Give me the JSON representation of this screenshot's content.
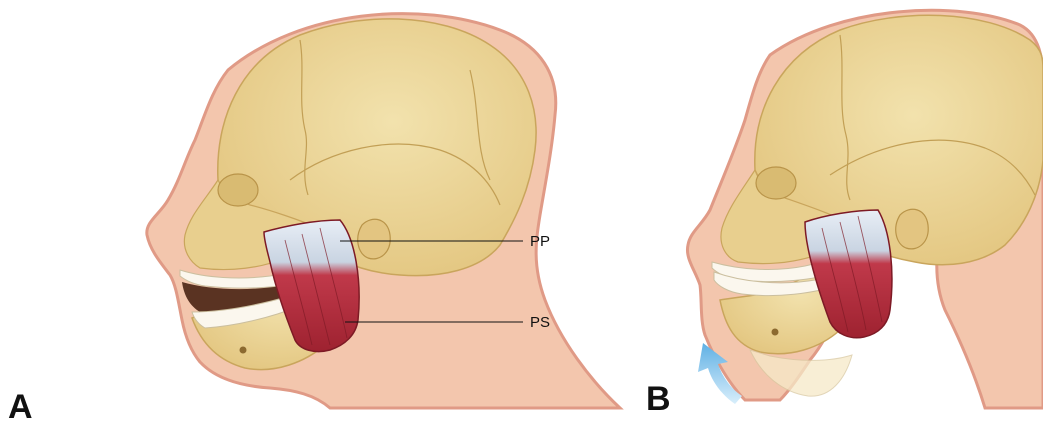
{
  "panels": [
    {
      "id": "A",
      "label": "A",
      "state": "mouth-open",
      "callouts": [
        {
          "id": "pp",
          "text": "PP"
        },
        {
          "id": "ps",
          "text": "PS"
        }
      ]
    },
    {
      "id": "B",
      "label": "B",
      "state": "mouth-closed",
      "arrow_direction": "upward"
    }
  ],
  "colors": {
    "bone": "#ecd699",
    "bone_shadow": "#d6b86b",
    "skin": "#f3c6ad",
    "skin_edge": "#e09a86",
    "muscle": "#b8323f",
    "tendon": "#dfe6ef",
    "teeth": "#fbf7ee",
    "arrow": "#6db6e6"
  }
}
